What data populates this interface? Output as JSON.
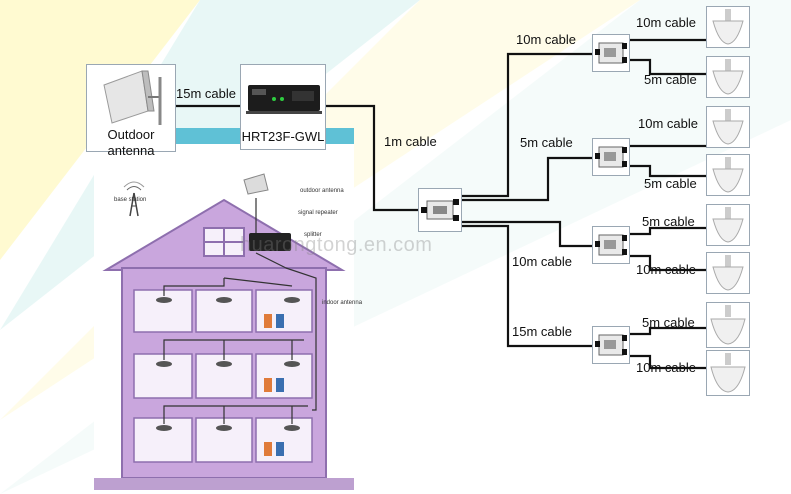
{
  "colors": {
    "cable": "#111111",
    "house_wall": "#c9a6dd",
    "house_border": "#8e6fae",
    "floor_panel": "#f6f0fa",
    "box_border": "#9aa7b3",
    "bg_ray_yellow": "#fff6b8",
    "bg_ray_teal": "#cfeef0"
  },
  "components": {
    "outdoor_antenna_label": "Outdoor antenna",
    "repeater_label": "HRT23F-GWL"
  },
  "cables": {
    "outdoor_to_repeater": "15m cable",
    "repeater_to_splitter": "1m cable",
    "to_tap1": "10m cable",
    "to_tap2": "5m cable",
    "to_tap3": "10m cable",
    "to_tap4": "15m cable",
    "tap1_a": "10m cable",
    "tap1_b": "5m cable",
    "tap2_a": "10m cable",
    "tap2_b": "5m cable",
    "tap3_a": "5m cable",
    "tap3_b": "10m cable",
    "tap4_a": "5m cable",
    "tap4_b": "10m cable"
  },
  "illustration": {
    "base_station": "base station",
    "outdoor_antenna": "outdoor antenna",
    "signal_repeater": "signal repeater",
    "splitter": "splitter",
    "indoor_antenna": "indoor antenna"
  },
  "watermark": "huarongtong.en.com",
  "icons": {
    "outdoor_antenna": "panel-antenna-icon",
    "repeater": "repeater-unit-icon",
    "splitter": "splitter-icon",
    "tap": "coupler-tap-icon",
    "ceiling_antenna": "ceiling-antenna-icon"
  }
}
